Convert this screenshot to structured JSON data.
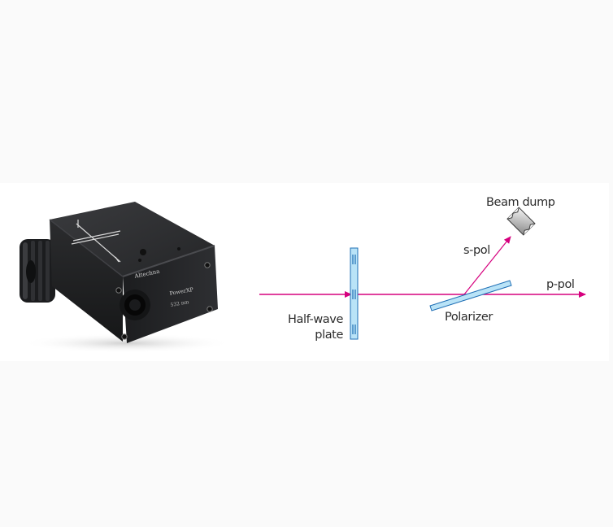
{
  "product": {
    "brand_text": "Altechna",
    "model_text": "PowerXP",
    "wavelength_text": "532 nm"
  },
  "diagram": {
    "labels": {
      "half_wave_plate_line1": "Half-wave",
      "half_wave_plate_line2": "plate",
      "polarizer": "Polarizer",
      "s_pol": "s-pol",
      "p_pol": "p-pol",
      "beam_dump": "Beam dump"
    },
    "colors": {
      "beam": "#d6007e",
      "optic_fill": "#b9e3f7",
      "optic_stroke": "#1f6fb5",
      "text": "#2b2b2b",
      "device_body": "#2a2b2d"
    }
  }
}
